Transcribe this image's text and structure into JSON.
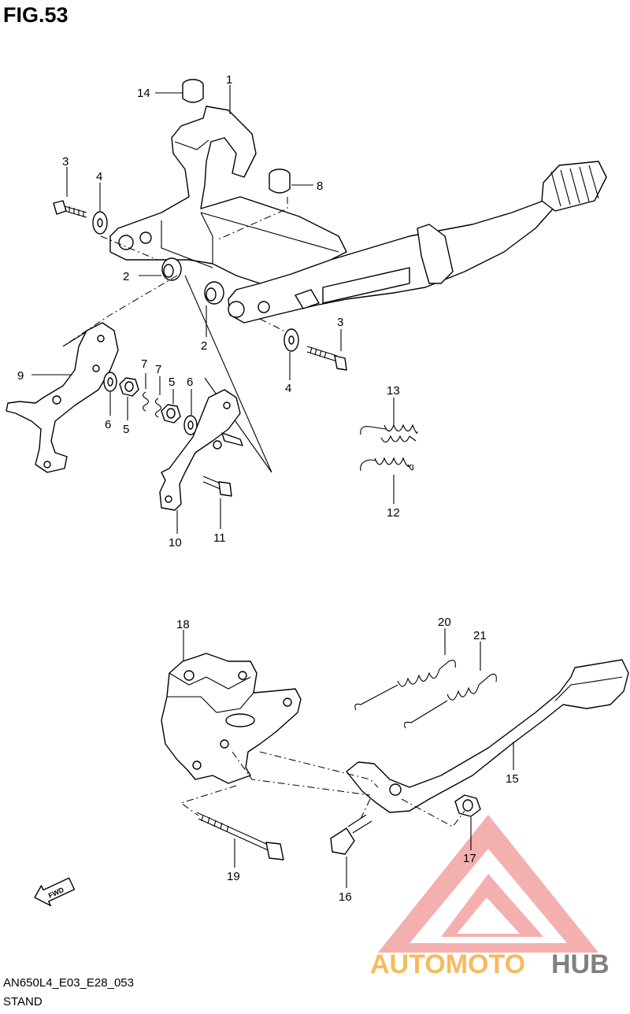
{
  "figure": {
    "title": "FIG.53"
  },
  "footer": {
    "code": "AN650L4_E03_E28_053",
    "name": "STAND"
  },
  "callouts": [
    {
      "id": "1",
      "label": "1"
    },
    {
      "id": "2a",
      "label": "2"
    },
    {
      "id": "2b",
      "label": "2"
    },
    {
      "id": "3a",
      "label": "3"
    },
    {
      "id": "3b",
      "label": "3"
    },
    {
      "id": "4a",
      "label": "4"
    },
    {
      "id": "4b",
      "label": "4"
    },
    {
      "id": "5a",
      "label": "5"
    },
    {
      "id": "5b",
      "label": "5"
    },
    {
      "id": "6a",
      "label": "6"
    },
    {
      "id": "6b",
      "label": "6"
    },
    {
      "id": "7a",
      "label": "7"
    },
    {
      "id": "7b",
      "label": "7"
    },
    {
      "id": "8",
      "label": "8"
    },
    {
      "id": "9",
      "label": "9"
    },
    {
      "id": "10",
      "label": "10"
    },
    {
      "id": "11",
      "label": "11"
    },
    {
      "id": "12",
      "label": "12"
    },
    {
      "id": "13",
      "label": "13"
    },
    {
      "id": "14",
      "label": "14"
    },
    {
      "id": "15",
      "label": "15"
    },
    {
      "id": "16",
      "label": "16"
    },
    {
      "id": "17",
      "label": "17"
    },
    {
      "id": "18",
      "label": "18"
    },
    {
      "id": "19",
      "label": "19"
    },
    {
      "id": "20",
      "label": "20"
    },
    {
      "id": "21",
      "label": "21"
    }
  ],
  "fwd_badge": {
    "label": "FWD"
  },
  "watermark": {
    "text_part1": "AUTOMOTO",
    "text_part2": "HUB",
    "color_primary": "#f08080",
    "color_secondary": "#f5b041",
    "color_dark": "#6b6b6b"
  }
}
